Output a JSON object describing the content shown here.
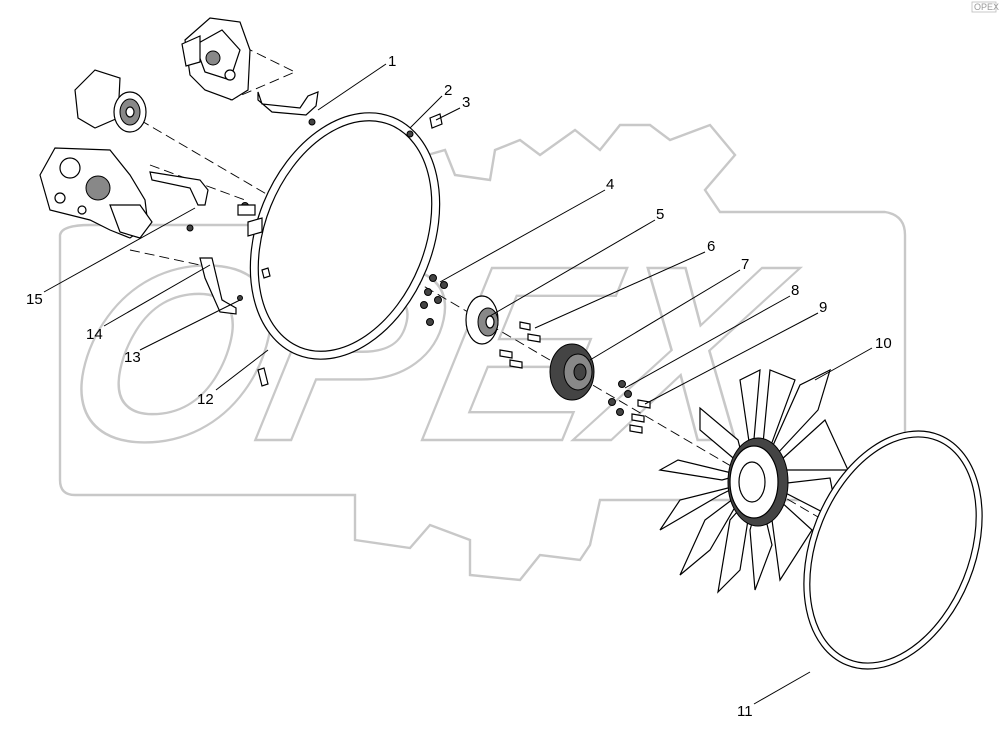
{
  "watermark": {
    "text": "OPEX"
  },
  "corner_logo": {
    "text": "OPEX"
  },
  "callouts": [
    {
      "id": "1",
      "label": "1"
    },
    {
      "id": "2",
      "label": "2"
    },
    {
      "id": "3",
      "label": "3"
    },
    {
      "id": "4",
      "label": "4"
    },
    {
      "id": "5",
      "label": "5"
    },
    {
      "id": "6",
      "label": "6"
    },
    {
      "id": "7",
      "label": "7"
    },
    {
      "id": "8",
      "label": "8"
    },
    {
      "id": "9",
      "label": "9"
    },
    {
      "id": "10",
      "label": "10"
    },
    {
      "id": "11",
      "label": "11"
    },
    {
      "id": "12",
      "label": "12"
    },
    {
      "id": "13",
      "label": "13"
    },
    {
      "id": "14",
      "label": "14"
    },
    {
      "id": "15",
      "label": "15"
    }
  ]
}
